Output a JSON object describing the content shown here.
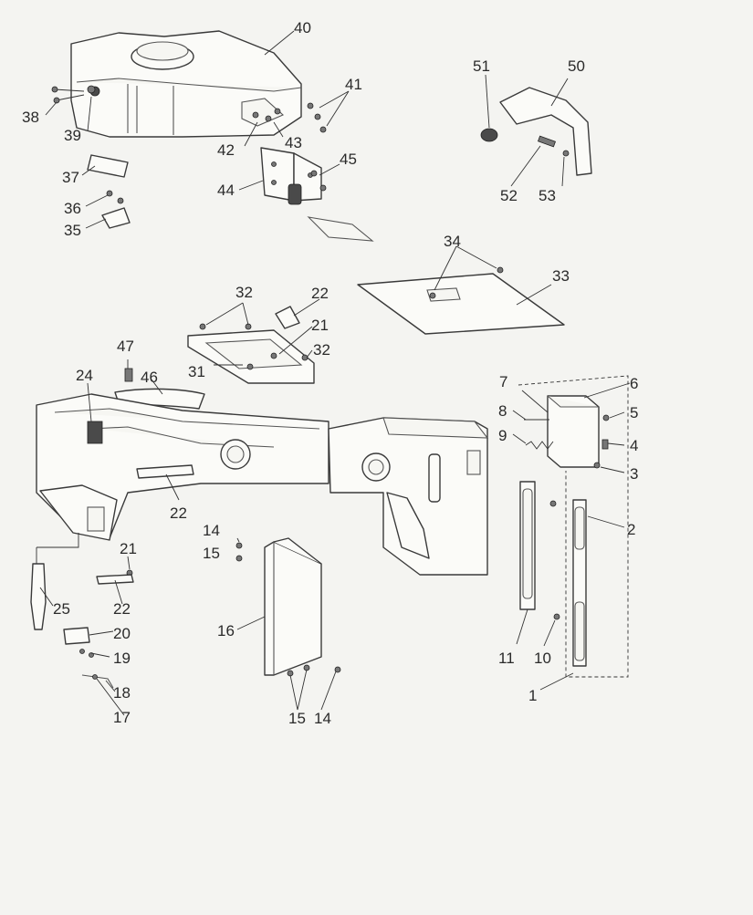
{
  "callouts": [
    "1",
    "2",
    "3",
    "4",
    "5",
    "6",
    "7",
    "8",
    "9",
    "10",
    "11",
    "14",
    "14",
    "15",
    "15",
    "16",
    "17",
    "18",
    "19",
    "20",
    "21",
    "21",
    "22",
    "22",
    "22",
    "24",
    "25",
    "31",
    "32",
    "32",
    "33",
    "34",
    "35",
    "36",
    "37",
    "38",
    "39",
    "40",
    "41",
    "42",
    "43",
    "44",
    "45",
    "46",
    "47",
    "50",
    "51",
    "52",
    "53"
  ]
}
